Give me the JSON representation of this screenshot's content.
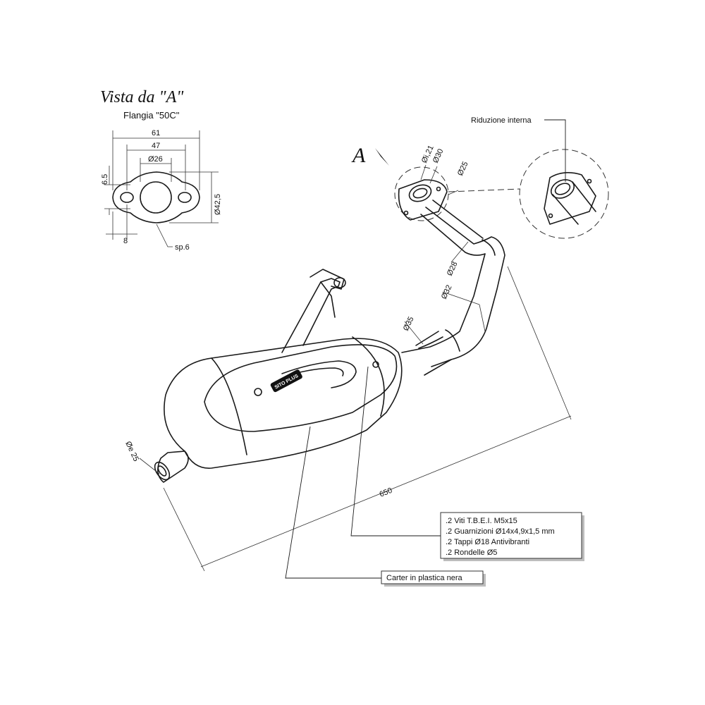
{
  "view_title": "Vista da \"A\"",
  "flange_name": "Flangia \"50C\"",
  "flange_dims": {
    "width_61": "61",
    "width_47": "47",
    "bore_26": "Ø26",
    "height_42_5": "Ø42,5",
    "offset_6_5": "6.5",
    "edge_8": "8",
    "thickness": "sp.6"
  },
  "view_marker": "A",
  "reduction_label": "Riduzione interna",
  "pipe_dims": {
    "d_i21": "Øi,21",
    "d_30": "Ø30",
    "d_25": "Ø25",
    "d_28": "Ø28",
    "d_32": "Ø32",
    "d_35": "Ø35",
    "outlet": "Øe 25",
    "length": "650"
  },
  "brand_logo": "SITO PLUS",
  "kit_items": [
    ".2 Viti T.B.E.I. M5x15",
    ".2 Guarnizioni Ø14x4,9x1,5 mm",
    ".2 Tappi Ø18 Antivibranti",
    ".2 Rondelle Ø5"
  ],
  "cover_label": "Carter in plastica nera"
}
